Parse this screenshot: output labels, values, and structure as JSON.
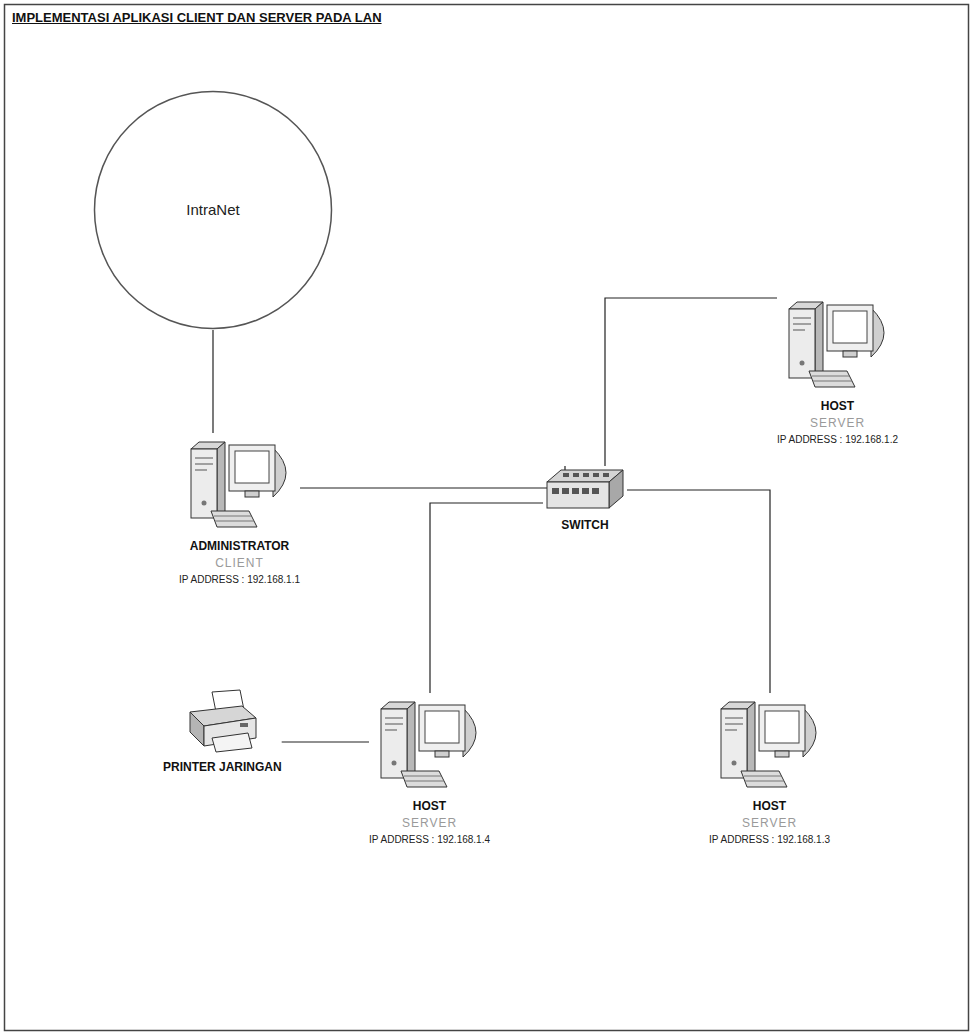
{
  "diagram": {
    "title": "IMPLEMENTASI APLIKASI CLIENT DAN SERVER PADA LAN",
    "nodes": [
      {
        "text": [
          "IntraNet"
        ]
      },
      {
        "text": [
          "ADMINISTRATOR",
          "CLIENT",
          "IP ADDRESS : 192.168.1.1"
        ]
      },
      {
        "text": [
          "SWITCH"
        ]
      },
      {
        "text": [
          "HOST",
          "SERVER",
          "IP ADDRESS : 192.168.1.2"
        ]
      },
      {
        "text": [
          "PRINTER JARINGAN"
        ]
      },
      {
        "text": [
          "HOST",
          "SERVER",
          "IP ADDRESS : 192.168.1.4"
        ]
      },
      {
        "text": [
          "HOST",
          "SERVER",
          "IP ADDRESS : 192.168.1.3"
        ]
      }
    ],
    "edges": [
      {
        "from": 0,
        "to": 1,
        "arrow": "none"
      },
      {
        "from": 1,
        "to": 2,
        "arrow": "none"
      },
      {
        "from": 2,
        "to": 3,
        "arrow": "none"
      },
      {
        "from": 2,
        "to": 5,
        "arrow": "none"
      },
      {
        "from": 2,
        "to": 6,
        "arrow": "none"
      },
      {
        "from": 4,
        "to": 5,
        "arrow": "none"
      }
    ]
  }
}
